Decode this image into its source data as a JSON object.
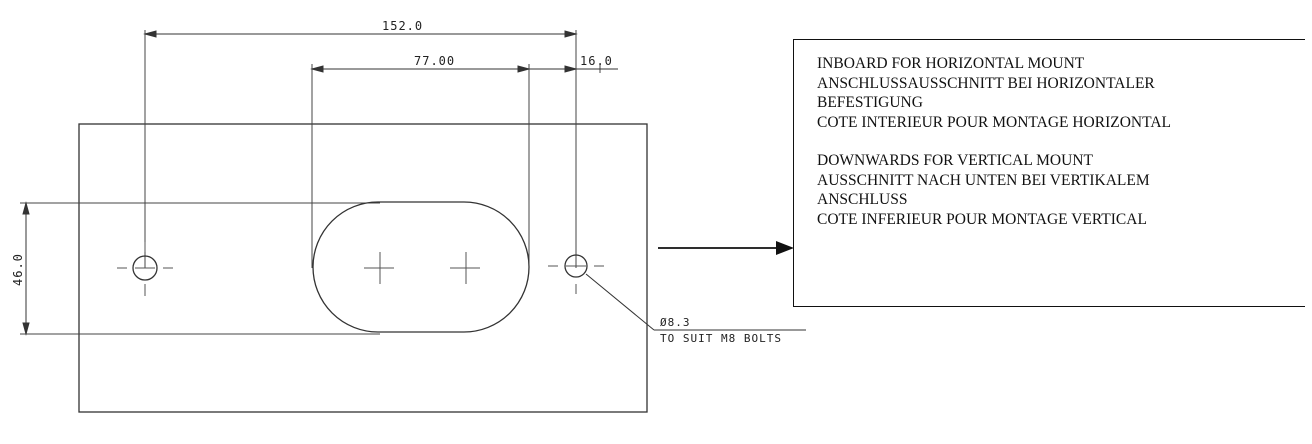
{
  "dimensions": {
    "overall_width": "152.0",
    "slot_width": "77.00",
    "edge_offset": "16.0",
    "slot_height": "46.0"
  },
  "hole_callout": {
    "diameter": "Ø8.3",
    "note": "TO SUIT M8 BOLTS"
  },
  "instructions": [
    {
      "lines": [
        "INBOARD FOR HORIZONTAL MOUNT",
        "ANSCHLUSSAUSSCHNITT BEI HORIZONTALER",
        "BEFESTIGUNG",
        "COTE INTERIEUR POUR MONTAGE HORIZONTAL"
      ]
    },
    {
      "lines": [
        "DOWNWARDS FOR VERTICAL MOUNT",
        "AUSSCHNITT NACH UNTEN BEI VERTIKALEM",
        "ANSCHLUSS",
        "COTE INFERIEUR POUR MONTAGE VERTICAL"
      ]
    }
  ]
}
